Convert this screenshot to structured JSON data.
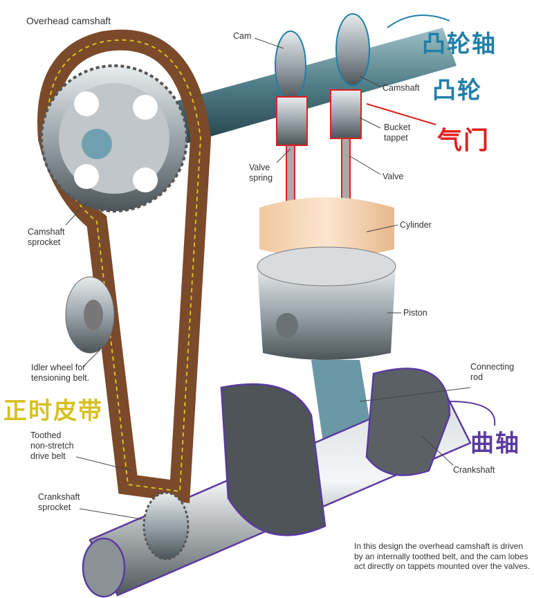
{
  "title": "Overhead camshaft",
  "labels": {
    "cam": "Cam",
    "camshaft": "Camshaft",
    "bucket_tappet": "Bucket\ntappet",
    "valve_spring": "Valve\nspring",
    "valve": "Valve",
    "cylinder": "Cylinder",
    "piston": "Piston",
    "camshaft_sprocket": "Camshaft\nsprocket",
    "idler_wheel": "Idler wheel for\ntensioning belt.",
    "toothed_belt": "Toothed\nnon-stretch\ndrive belt",
    "crankshaft_sprocket": "Crankshaft\nsprocket",
    "connecting_rod": "Connecting\nrod",
    "crankshaft": "Crankshaft"
  },
  "annotations": {
    "camshaft_cn": "凸轮轴",
    "cam_cn": "凸轮",
    "valve_cn": "气门",
    "timing_belt_cn": "正时皮带",
    "crankshaft_cn": "曲轴"
  },
  "caption": "In this design the overhead camshaft is driven by an internally toothed belt, and the cam lobes act directly on tappets mounted over the valves.",
  "colors": {
    "blue_ink": "#1f7fa8",
    "red_ink": "#e02020",
    "yellow_ink": "#d8c020",
    "purple_ink": "#5a3aa0",
    "belt": "#7a4a2a"
  }
}
